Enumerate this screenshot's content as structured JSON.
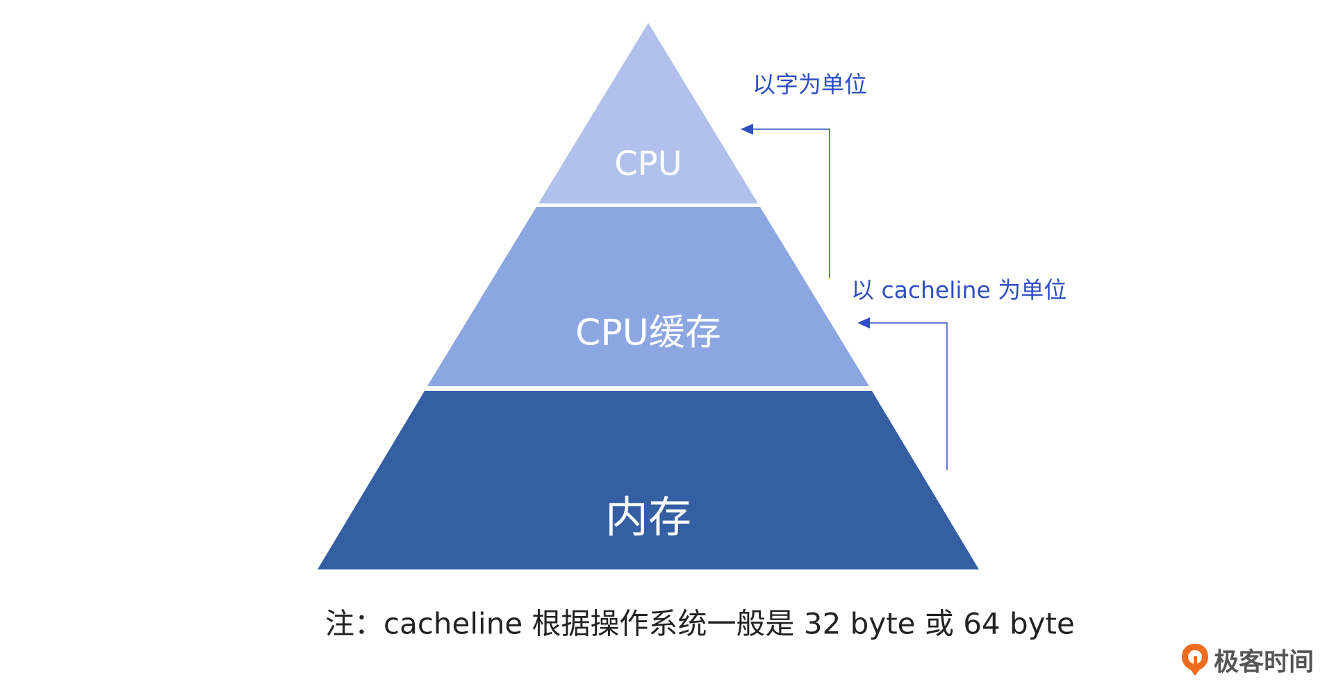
{
  "layers": [
    {
      "label": "CPU",
      "color": "#b1c1ec"
    },
    {
      "label": "CPU缓存",
      "color": "#8ba6e1"
    },
    {
      "label": "内存",
      "color": "#345fa3"
    }
  ],
  "annotations": {
    "word_unit": "以字为单位",
    "cacheline_unit": "以 cacheline 为单位",
    "color": "#2f4fc0"
  },
  "note": "注：cacheline 根据操作系统一般是 32 byte 或 64 byte",
  "logo": {
    "text": "极客时间",
    "color": "#ee6c1e"
  }
}
